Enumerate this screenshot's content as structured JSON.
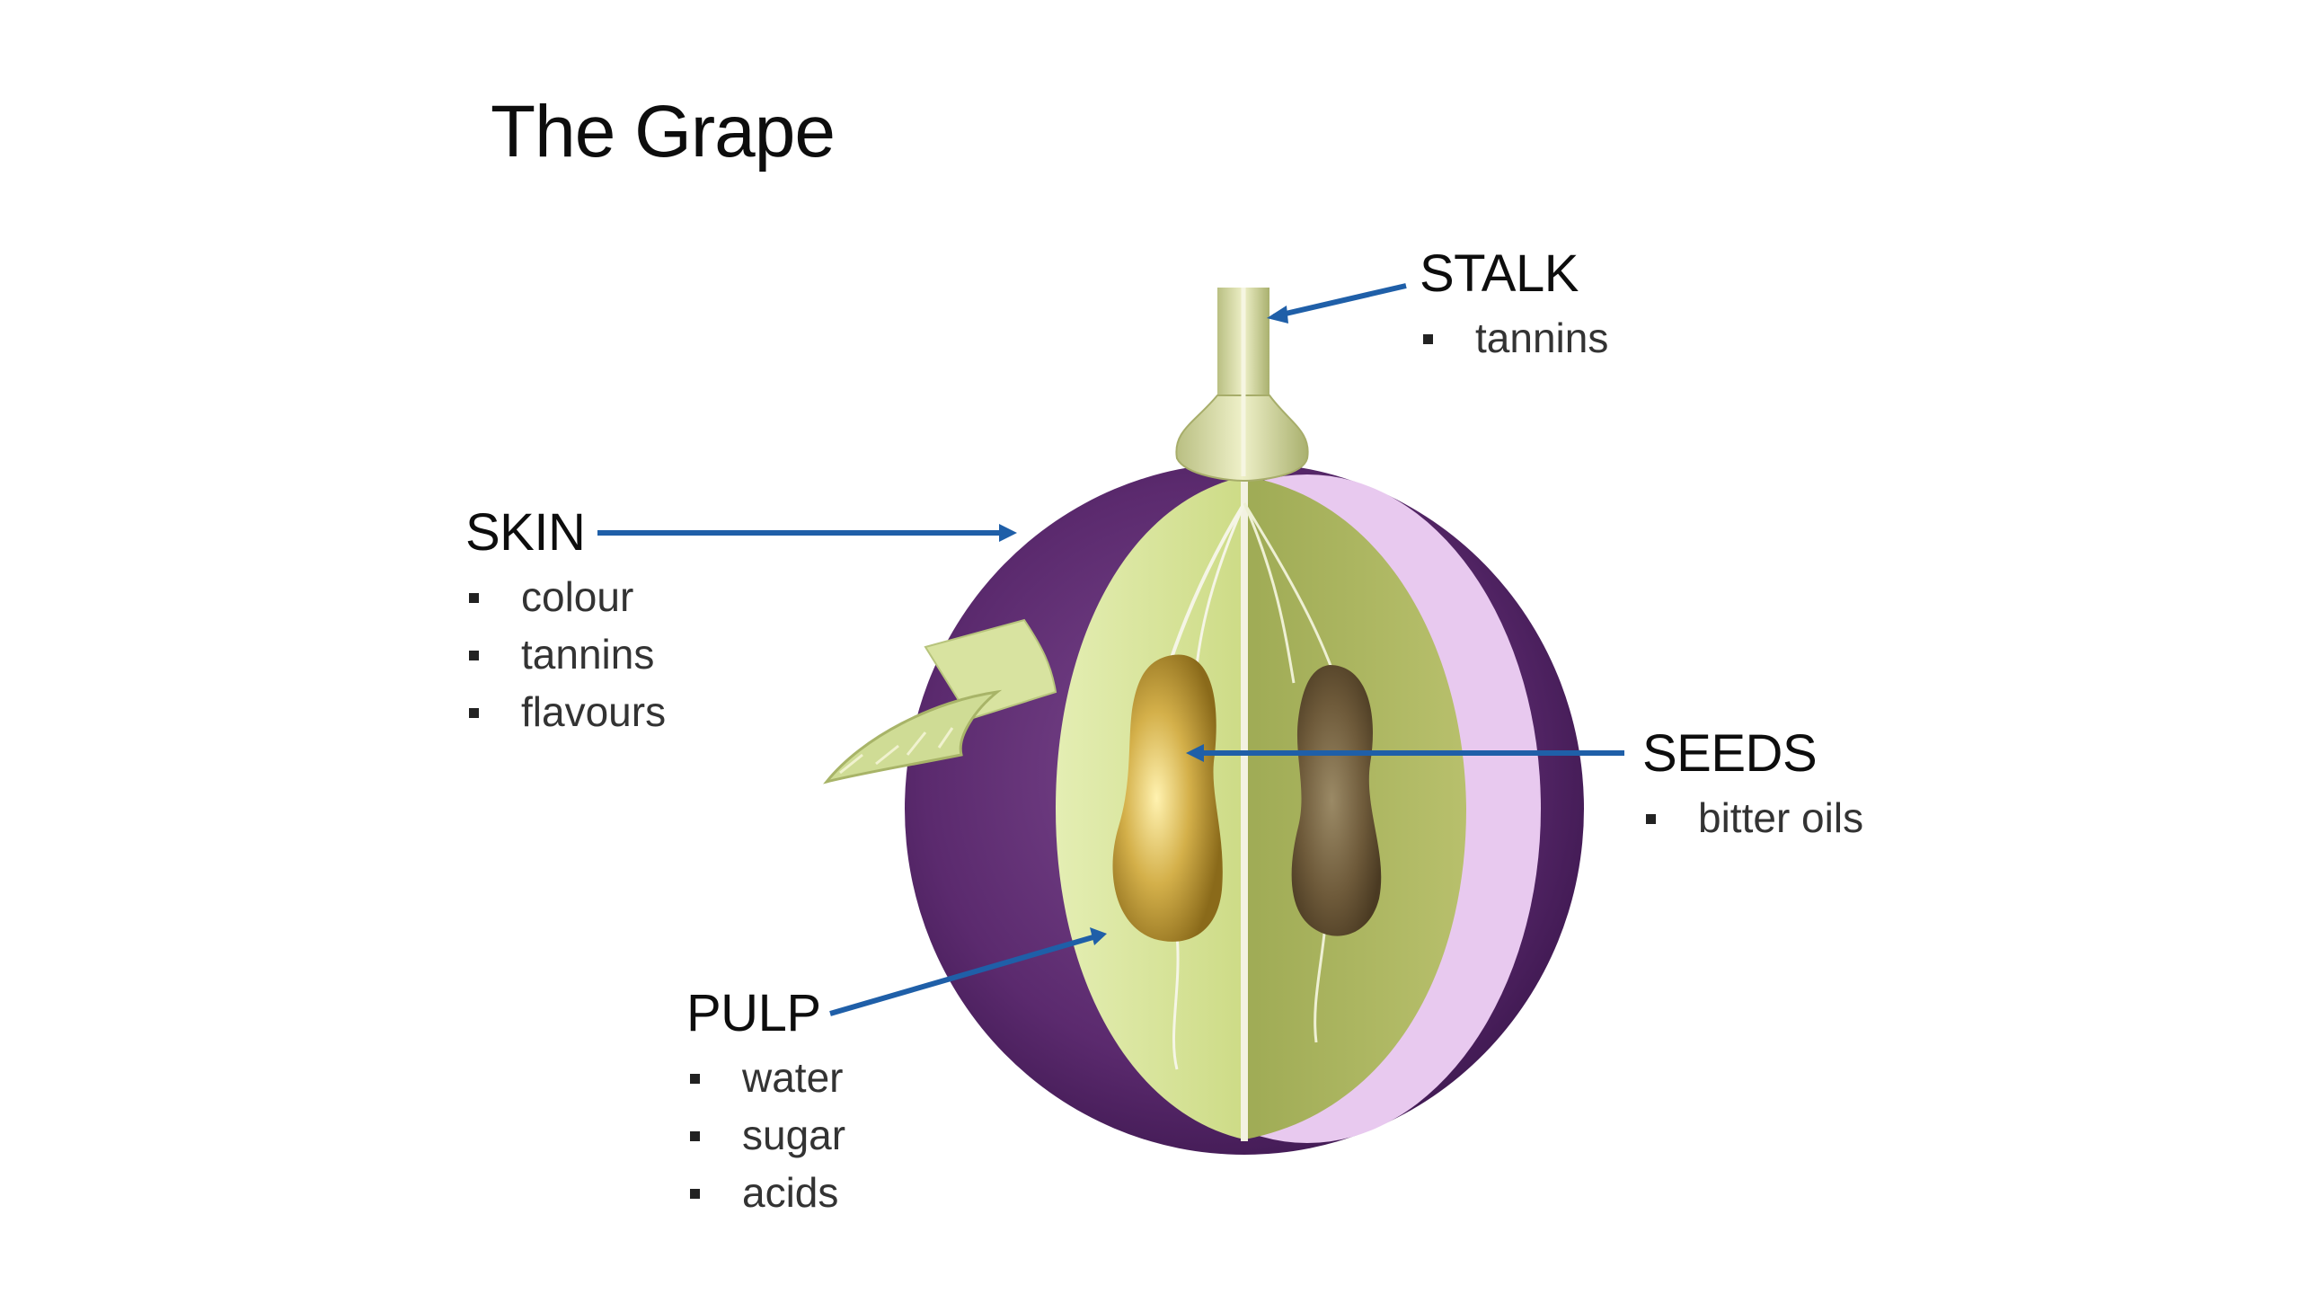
{
  "slide": {
    "title": "The Grape"
  },
  "labels": {
    "stalk": {
      "heading": "STALK",
      "bullets": [
        "tannins"
      ]
    },
    "skin": {
      "heading": "SKIN",
      "bullets": [
        "colour",
        "tannins",
        "flavours"
      ]
    },
    "seeds": {
      "heading": "SEEDS",
      "bullets": [
        "bitter oils"
      ]
    },
    "pulp": {
      "heading": "PULP",
      "bullets": [
        "water",
        "sugar",
        "acids"
      ]
    }
  },
  "colors": {
    "arrow": "#1f5fa8",
    "skin_dark": "#4a1f5c",
    "skin_mid": "#6b3b7e",
    "skin_inner": "#e6c6ee",
    "pulp_light": "#d9e6a0",
    "pulp_dark": "#a4b25a",
    "seed_gold": "#c9a53a",
    "seed_brown": "#6e5a3a",
    "stalk": "#c9cf98"
  }
}
